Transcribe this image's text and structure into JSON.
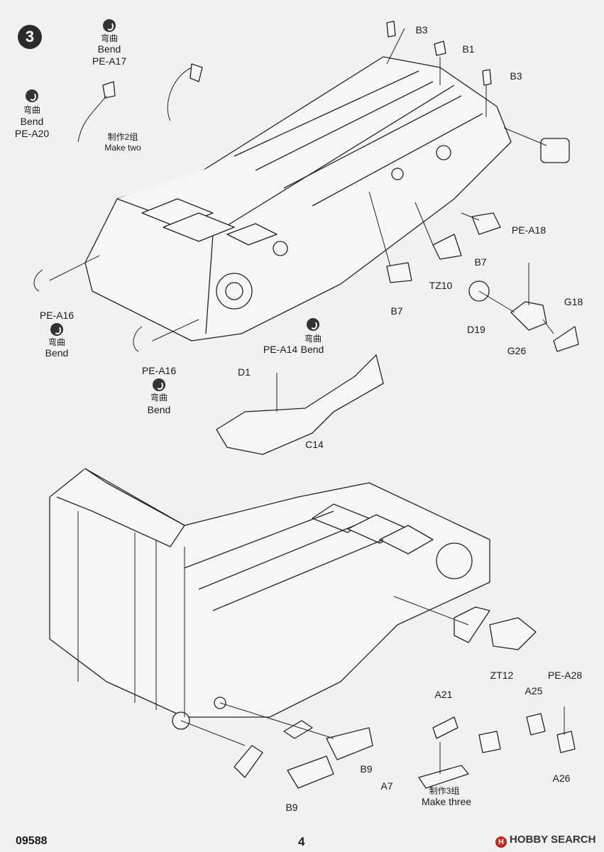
{
  "step_number": "3",
  "footer": {
    "product_code": "09588",
    "page_number": "4",
    "watermark_mark": "H",
    "watermark_text": "HOBBY SEARCH"
  },
  "labels": {
    "pe_a17": "PE-A17",
    "pe_a20": "PE-A20",
    "pe_a16_left": "PE-A16",
    "pe_a16_bottom": "PE-A16",
    "pe_a14": "PE-A14",
    "pe_a18": "PE-A18",
    "pe_a28": "PE-A28",
    "b3_left": "B3",
    "b1": "B1",
    "b3_right": "B3",
    "b7_upper": "B7",
    "b7_lower": "B7",
    "tz10": "TZ10",
    "d19": "D19",
    "g26": "G26",
    "g18": "G18",
    "d1": "D1",
    "c14": "C14",
    "zt12": "ZT12",
    "a21": "A21",
    "a25": "A25",
    "a26": "A26",
    "a7": "A7",
    "b9_right": "B9",
    "b9_left": "B9"
  },
  "notes": {
    "bend_cn": "弯曲",
    "bend_en": "Bend",
    "make_two_cn": "制作2组",
    "make_two_en": "Make two",
    "make_three_cn": "制作3组",
    "make_three_en": "Make three"
  }
}
